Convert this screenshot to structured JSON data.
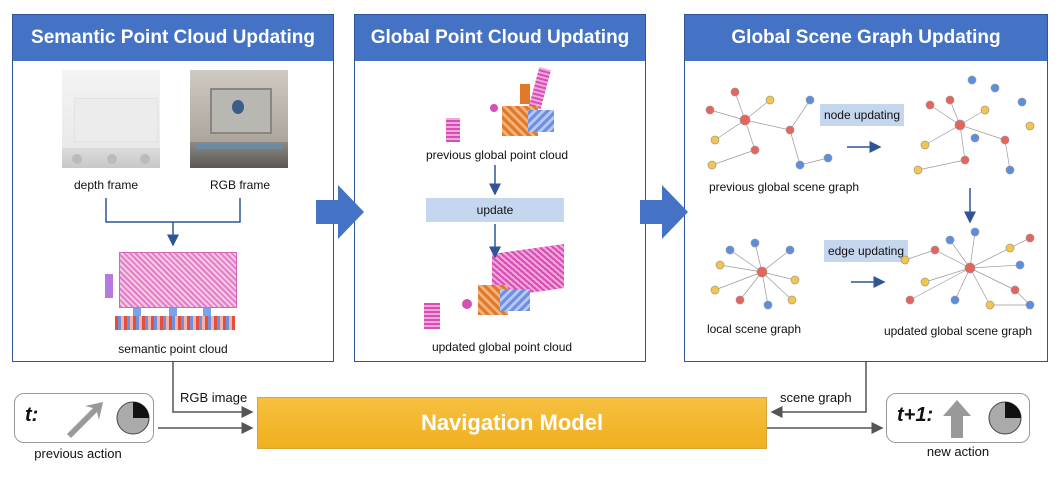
{
  "panels": {
    "semantic": {
      "title": "Semantic Point Cloud Updating",
      "depth_label": "depth frame",
      "rgb_label": "RGB frame",
      "result_label": "semantic point cloud"
    },
    "global": {
      "title": "Global Point Cloud Updating",
      "previous_label": "previous global point cloud",
      "update_label": "update",
      "updated_label": "updated global point cloud"
    },
    "graph": {
      "title": "Global Scene Graph Updating",
      "previous_label": "previous global scene graph",
      "node_update_label": "node updating",
      "edge_update_label": "edge updating",
      "local_label": "local scene graph",
      "updated_label": "updated global scene graph"
    }
  },
  "flow": {
    "rgb_image_label": "RGB image",
    "scene_graph_label": "scene graph",
    "model_label": "Navigation Model"
  },
  "actions": {
    "previous": {
      "time": "t:",
      "caption": "previous action",
      "direction_icon": "arrow-up-right-icon"
    },
    "next": {
      "time": "t+1:",
      "caption": "new action",
      "direction_icon": "arrow-up-icon"
    }
  },
  "colors": {
    "panel_header": "#4472c4",
    "panel_border": "#2f5597",
    "arrow_blue": "#2f5597",
    "big_arrow": "#4472c4",
    "update_box": "#c5d7ee",
    "model_fill": "#f2b632",
    "node_red": "#e8635a",
    "node_blue": "#5b8de0",
    "node_yellow": "#f3c64a",
    "point_magenta": "#d64fb4",
    "point_orange": "#e07a2a"
  }
}
